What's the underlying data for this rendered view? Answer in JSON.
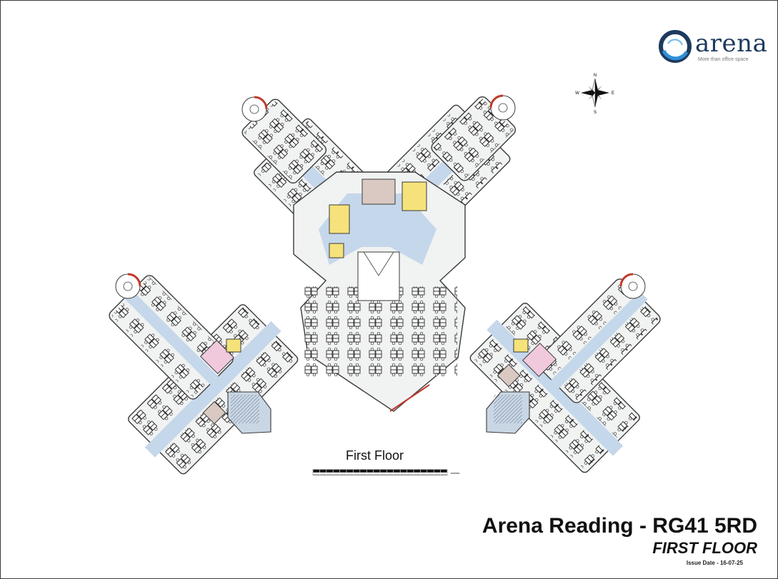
{
  "logo": {
    "name": "arena",
    "tagline": "More than office space",
    "icon": "swirl-ring-logo"
  },
  "compass": {
    "icon": "compass-rose-icon",
    "n": "N",
    "s": "S",
    "e": "E",
    "w": "W"
  },
  "plan": {
    "floor_label": "First Floor",
    "scale_bar_icon": "scale-bar",
    "scale_unit": "metres"
  },
  "title_block": {
    "title": "Arena Reading - RG41 5RD",
    "subtitle": "FIRST FLOOR",
    "issue_date": "Issue Date - 16-07-25"
  },
  "colors": {
    "corridor": "#c5d7ea",
    "wc": "#f5e27a",
    "kitchen": "#f1c9dc",
    "stair": "#c9d6e4",
    "wall": "#3b3b3b"
  }
}
